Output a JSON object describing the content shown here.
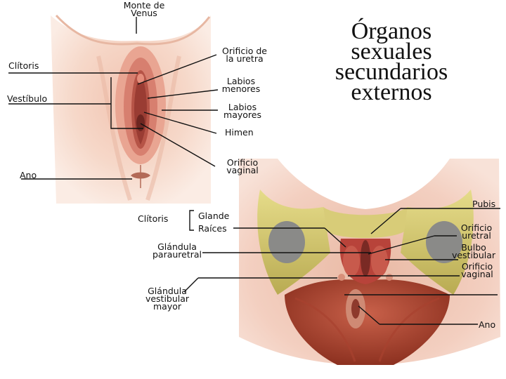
{
  "title": [
    "Órganos",
    "sexuales",
    "secundarios",
    "externos"
  ],
  "top_figure": {
    "labels": {
      "monte": [
        "Monte de",
        "Venus"
      ],
      "clitoris": "Clítoris",
      "vestibulo": "Vestíbulo",
      "ano": "Ano",
      "orificio_uretra": [
        "Orificio de",
        "la uretra"
      ],
      "labios_menores": [
        "Labios",
        "menores"
      ],
      "labios_mayores": [
        "Labios",
        "mayores"
      ],
      "himen": "Himen",
      "orificio_vaginal": [
        "Orificio",
        "vaginal"
      ]
    }
  },
  "bottom_figure": {
    "labels": {
      "clitoris": "Clítoris",
      "glande": "Glande",
      "raices": "Raíces",
      "glandula_parauretral": [
        "Glándula",
        "parauretral"
      ],
      "glandula_vestibular": [
        "Glándula",
        "vestibular",
        "mayor"
      ],
      "pubis": "Pubis",
      "orificio_uretral": [
        "Orificio",
        "uretral"
      ],
      "bulbo_vestibular": [
        "Bulbo",
        "vestibular"
      ],
      "orificio_vaginal": [
        "Orificio",
        "vaginal"
      ],
      "ano": "Ano"
    }
  }
}
